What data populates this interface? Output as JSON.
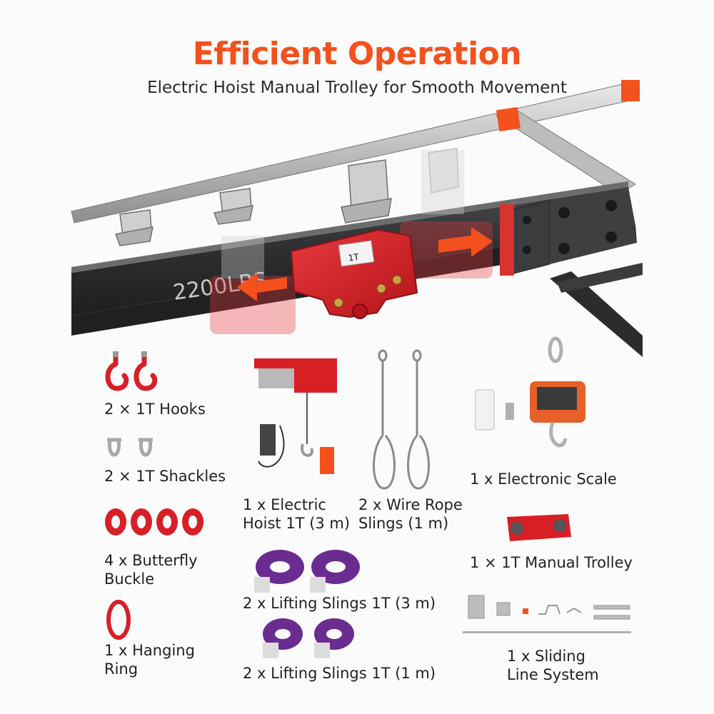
{
  "header": {
    "title": "Efficient Operation",
    "subtitle": "Electric Hoist Manual Trolley for Smooth Movement"
  },
  "beam": {
    "capacity_text": "2200LBS",
    "trolley_plate_text": "1T"
  },
  "colors": {
    "accent": "#f4511e",
    "product_red": "#d81f26",
    "beam_dark": "#2d2f31",
    "sling_purple": "#6a2c91"
  },
  "items": {
    "hooks": {
      "line1": "2 × 1T Hooks"
    },
    "shackles": {
      "line1": "2 × 1T Shackles"
    },
    "butterfly": {
      "line1": "4 x Butterfly",
      "line2": "Buckle"
    },
    "ring": {
      "line1": "1 x Hanging",
      "line2": "Ring"
    },
    "hoist": {
      "line1": "1 x Electric",
      "line2": "Hoist 1T (3 m)"
    },
    "wire": {
      "line1": "2 x Wire Rope",
      "line2": "Slings (1 m)"
    },
    "scale": {
      "line1": "1 x Electronic Scale"
    },
    "trolley": {
      "line1": "1 × 1T Manual Trolley"
    },
    "slings3": {
      "line1": "2 x Lifting Slings 1T (3 m)"
    },
    "slings1": {
      "line1": "2 x Lifting Slings 1T (1 m)"
    },
    "sliding": {
      "line1": "1 x Sliding",
      "line2": "Line System"
    }
  }
}
